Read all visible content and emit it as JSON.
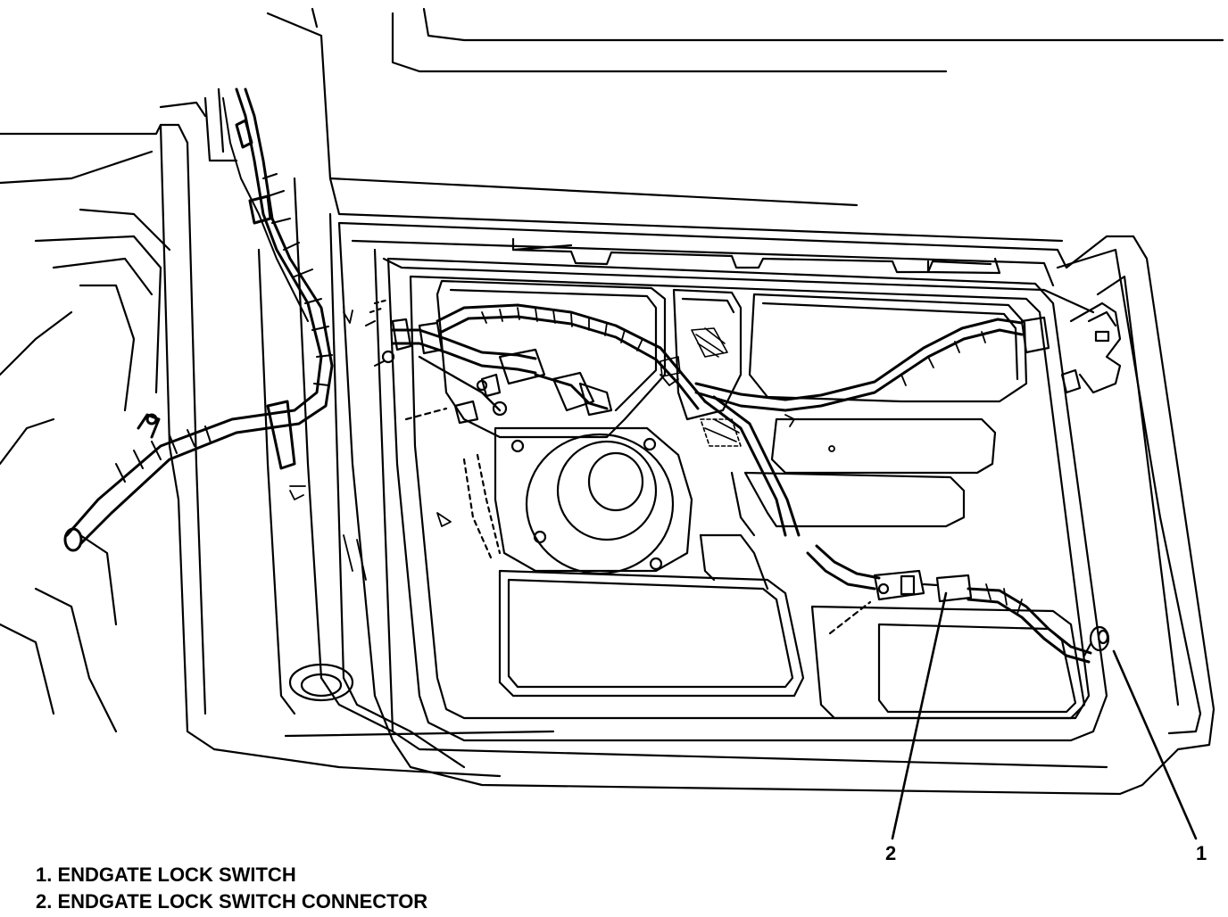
{
  "legend": [
    {
      "id": "1",
      "text": "1. ENDGATE LOCK SWITCH"
    },
    {
      "id": "2",
      "text": "2. ENDGATE LOCK SWITCH CONNECTOR"
    }
  ],
  "callouts": [
    {
      "id": "1",
      "label": "1"
    },
    {
      "id": "2",
      "label": "2"
    }
  ],
  "colors": {
    "line": "#000000",
    "background": "#ffffff"
  }
}
